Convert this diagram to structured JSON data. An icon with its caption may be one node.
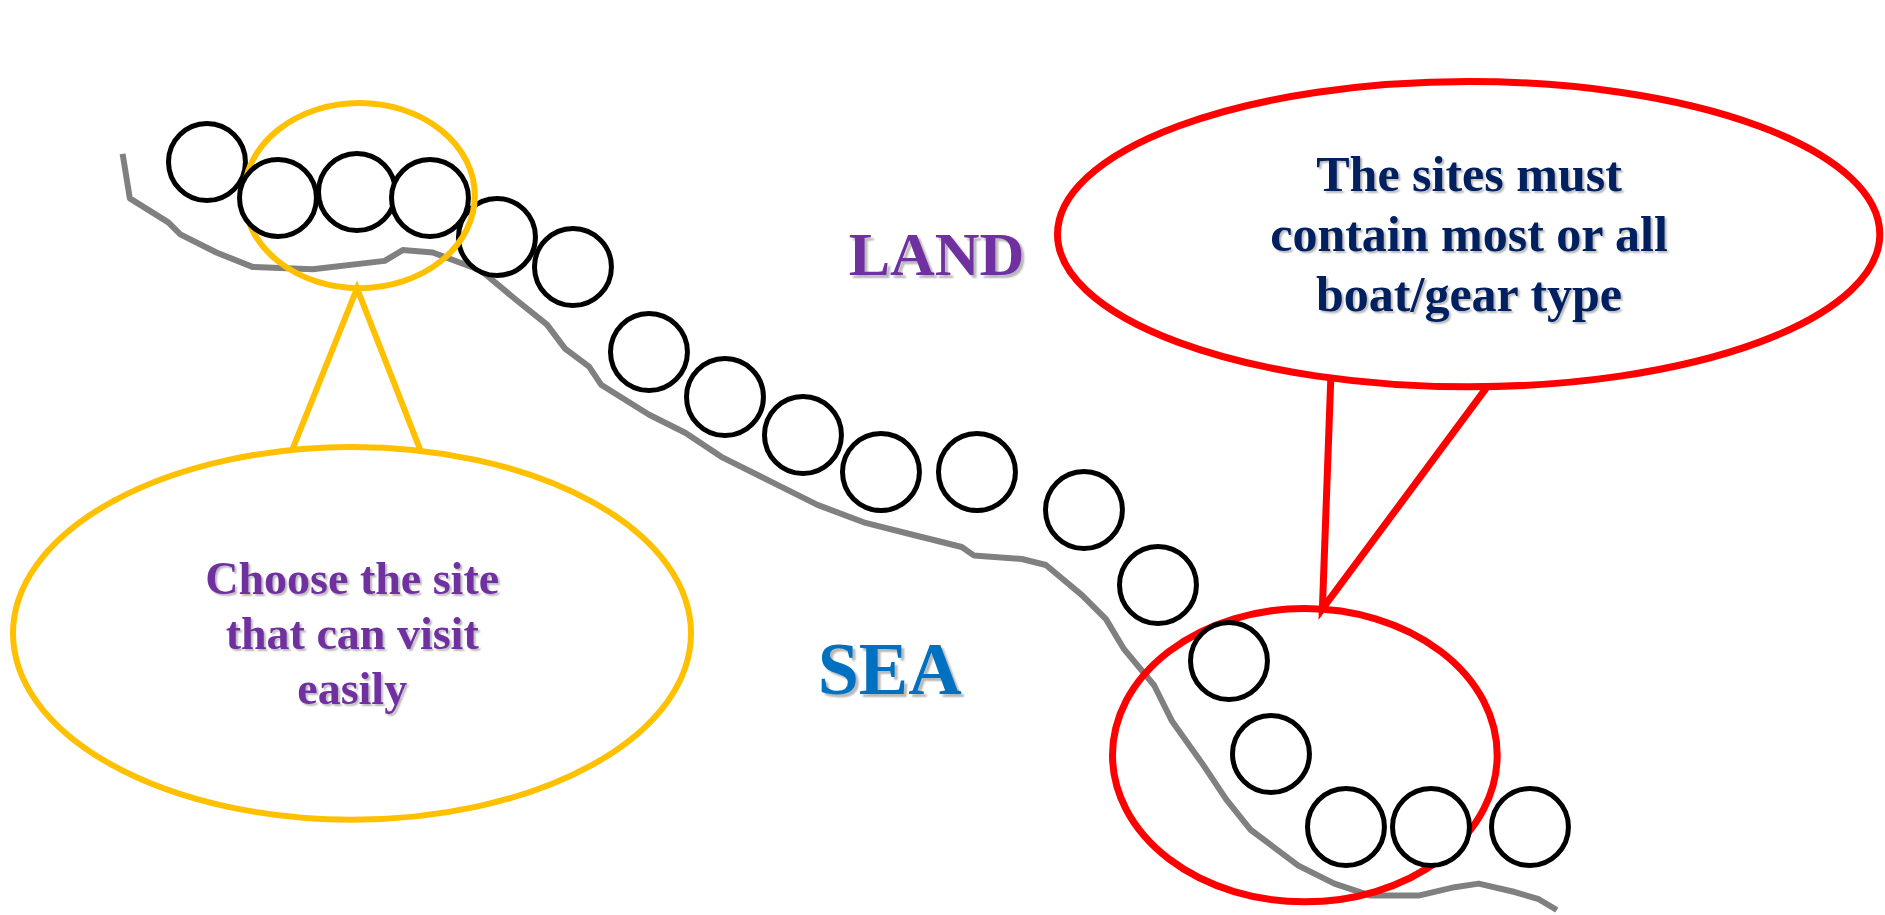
{
  "diagram": {
    "nodes": [
      {
        "text": [],
        "shape": "ellipse"
      },
      {
        "text": [
          "The sites must contain most or all boat/gear type"
        ]
      },
      {
        "text": [],
        "shape": "circle"
      },
      {
        "text": [],
        "shape": "circle",
        "in": 0
      },
      {
        "text": [],
        "shape": "circle",
        "in": 0
      },
      {
        "text": [],
        "shape": "circle",
        "in": 0
      },
      {
        "text": [],
        "shape": "circle"
      },
      {
        "text": [],
        "shape": "circle"
      },
      {
        "text": [],
        "shape": "circle"
      },
      {
        "text": [],
        "shape": "circle"
      },
      {
        "text": [],
        "shape": "circle"
      },
      {
        "text": [],
        "shape": "circle"
      },
      {
        "text": [],
        "shape": "circle"
      },
      {
        "text": [],
        "shape": "circle"
      },
      {
        "text": [],
        "shape": "circle"
      },
      {
        "text": [],
        "shape": "circle",
        "in": 21
      },
      {
        "text": [],
        "shape": "circle",
        "in": 21
      },
      {
        "text": [],
        "shape": "circle",
        "in": 21
      },
      {
        "text": [],
        "shape": "circle",
        "in": 21
      },
      {
        "text": [],
        "shape": "circle"
      },
      {
        "text": [
          "Choose the site that can visit easily"
        ]
      },
      {
        "text": [],
        "shape": "ellipse"
      }
    ],
    "edges": [
      {
        "from": 20,
        "to": 0,
        "arrow": "to",
        "color": "#ffc000"
      },
      {
        "from": 1,
        "to": 21,
        "arrow": "to",
        "color": "#ff0000"
      }
    ],
    "labels": [
      "LAND",
      "SEA"
    ]
  }
}
